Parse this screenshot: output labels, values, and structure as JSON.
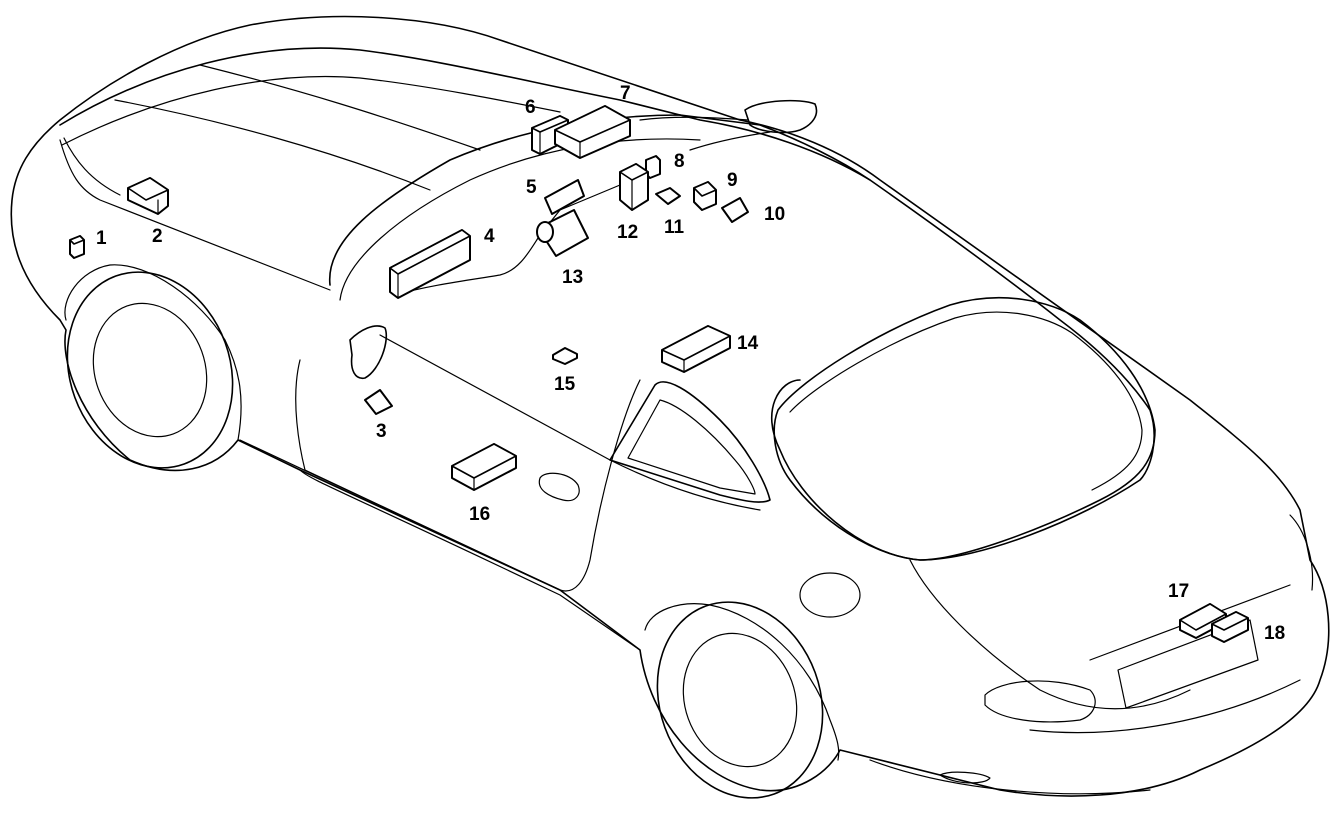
{
  "parts": [
    {
      "id": "part-1",
      "label": "1"
    },
    {
      "id": "part-2",
      "label": "2"
    },
    {
      "id": "part-3",
      "label": "3"
    },
    {
      "id": "part-4",
      "label": "4"
    },
    {
      "id": "part-5",
      "label": "5"
    },
    {
      "id": "part-6",
      "label": "6"
    },
    {
      "id": "part-7",
      "label": "7"
    },
    {
      "id": "part-8",
      "label": "8"
    },
    {
      "id": "part-9",
      "label": "9"
    },
    {
      "id": "part-10",
      "label": "10"
    },
    {
      "id": "part-11",
      "label": "11"
    },
    {
      "id": "part-12",
      "label": "12"
    },
    {
      "id": "part-13",
      "label": "13"
    },
    {
      "id": "part-14",
      "label": "14"
    },
    {
      "id": "part-15",
      "label": "15"
    },
    {
      "id": "part-16",
      "label": "16"
    },
    {
      "id": "part-17",
      "label": "17"
    },
    {
      "id": "part-18",
      "label": "18"
    }
  ]
}
